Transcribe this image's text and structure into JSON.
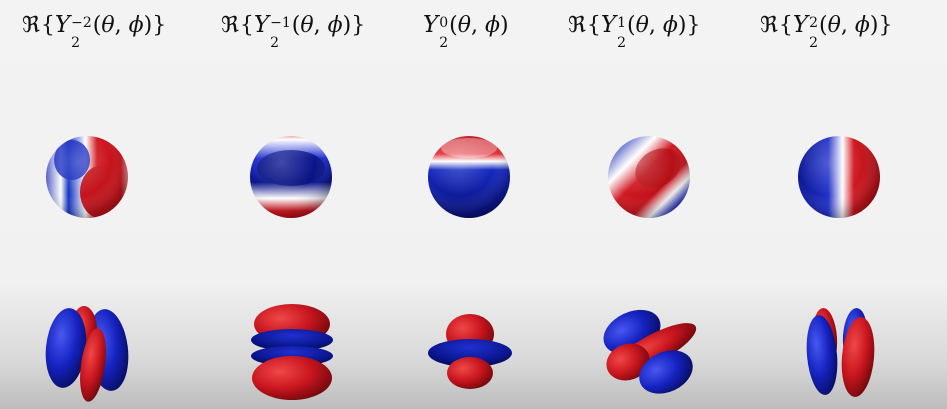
{
  "figure": {
    "panels": [
      {
        "id": "m-2",
        "real_part": true,
        "l": "2",
        "m": "−2",
        "angles": [
          "θ",
          "ϕ"
        ]
      },
      {
        "id": "m-1",
        "real_part": true,
        "l": "2",
        "m": "−1",
        "angles": [
          "θ",
          "ϕ"
        ]
      },
      {
        "id": "m0",
        "real_part": false,
        "l": "2",
        "m": "0",
        "angles": [
          "θ",
          "ϕ"
        ]
      },
      {
        "id": "m1",
        "real_part": true,
        "l": "2",
        "m": "1",
        "angles": [
          "θ",
          "ϕ"
        ]
      },
      {
        "id": "m2",
        "real_part": true,
        "l": "2",
        "m": "2",
        "angles": [
          "θ",
          "ϕ"
        ]
      }
    ],
    "symbols": {
      "real": "ℜ",
      "open": "{",
      "close": "}",
      "Y": "Y",
      "lparen": "(",
      "rparen": ")",
      "comma": ", "
    },
    "colors": {
      "positive": "#c0141f",
      "negative": "#1020b0",
      "neutral": "#ffffff"
    }
  }
}
